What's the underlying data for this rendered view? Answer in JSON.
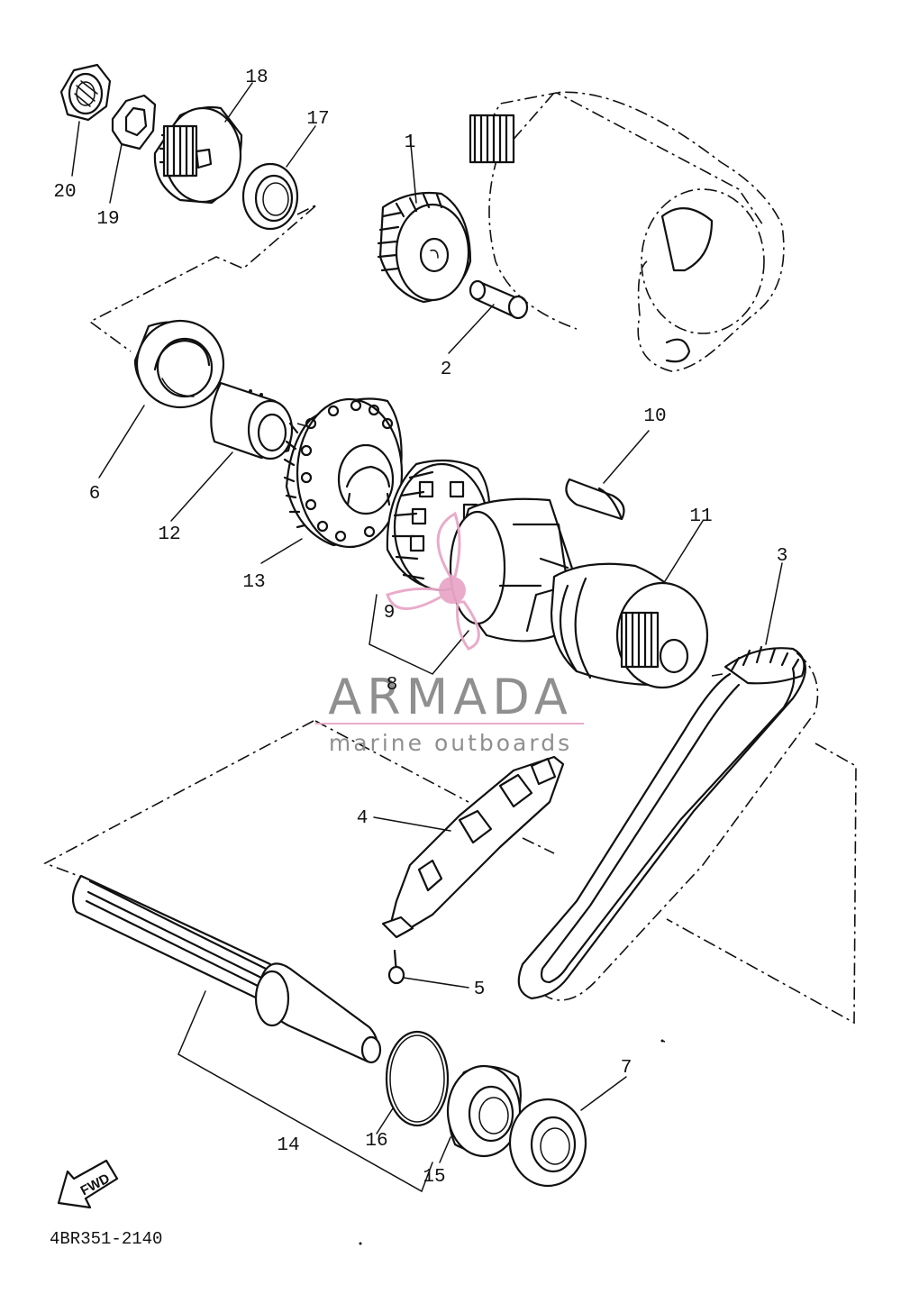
{
  "diagram": {
    "part_labels": [
      {
        "id": "p1",
        "text": "1"
      },
      {
        "id": "p2",
        "text": "2"
      },
      {
        "id": "p3",
        "text": "3"
      },
      {
        "id": "p4",
        "text": "4"
      },
      {
        "id": "p5",
        "text": "5"
      },
      {
        "id": "p6",
        "text": "6"
      },
      {
        "id": "p7",
        "text": "7"
      },
      {
        "id": "p8",
        "text": "8"
      },
      {
        "id": "p9",
        "text": "9"
      },
      {
        "id": "p10",
        "text": "10"
      },
      {
        "id": "p11",
        "text": "11"
      },
      {
        "id": "p12",
        "text": "12"
      },
      {
        "id": "p13",
        "text": "13"
      },
      {
        "id": "p14",
        "text": "14"
      },
      {
        "id": "p15",
        "text": "15"
      },
      {
        "id": "p16",
        "text": "16"
      },
      {
        "id": "p17",
        "text": "17"
      },
      {
        "id": "p18",
        "text": "18"
      },
      {
        "id": "p19",
        "text": "19"
      },
      {
        "id": "p20",
        "text": "20"
      }
    ],
    "direction_label": "FWD",
    "drawing_code": "4BR351-2140"
  },
  "watermark": {
    "brand": "ARMADA",
    "tagline": "marine outboards",
    "gray": "#8a8a8a",
    "pink": "#e8a7c7"
  }
}
